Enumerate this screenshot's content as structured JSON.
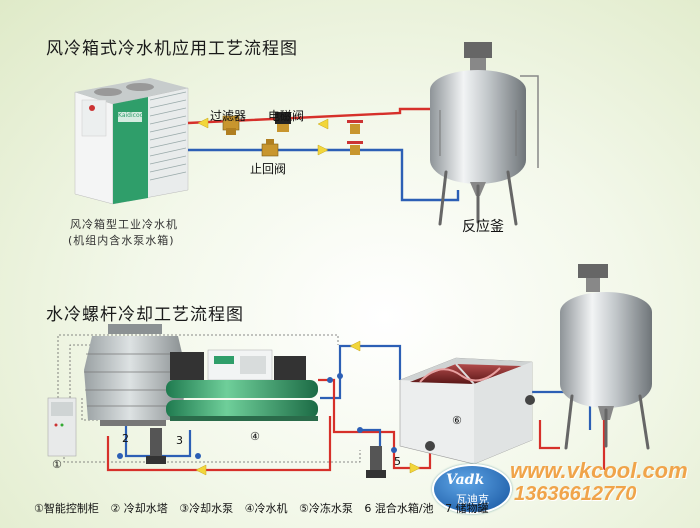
{
  "top": {
    "title": "风冷箱式冷水机应用工艺流程图",
    "filter_label": "过滤器",
    "solenoid_label": "电磁阀",
    "check_valve_label": "止回阀",
    "chiller_caption_1": "风冷箱型工业冷水机",
    "chiller_caption_2": "(机组内含水泵水箱)",
    "reactor_label": "反应釜",
    "panel_brand": "Kaidicool"
  },
  "bottom": {
    "title": "水冷螺杆冷却工艺流程图",
    "num_1": "①",
    "num_2": "2",
    "num_3": "3",
    "num_4": "④",
    "num_5": "5",
    "num_6": "⑥",
    "legend": [
      "①智能控制柜",
      "② 冷却水塔",
      "③冷却水泵",
      "④冷水机",
      "⑤冷冻水泵",
      "6 混合水箱/池",
      "7 储物罐"
    ]
  },
  "brand": {
    "logo_text": "Vadk",
    "logo_cn": "瓦迪克",
    "website": "www.vkcool.com",
    "phone": "13636612770"
  },
  "colors": {
    "hot_pipe": "#d6302a",
    "cold_pipe": "#2c5fb5",
    "chiller_green": "#2f9e6a",
    "tank_steel": "#c9ccce",
    "brand_orange": "#f0a44a"
  }
}
